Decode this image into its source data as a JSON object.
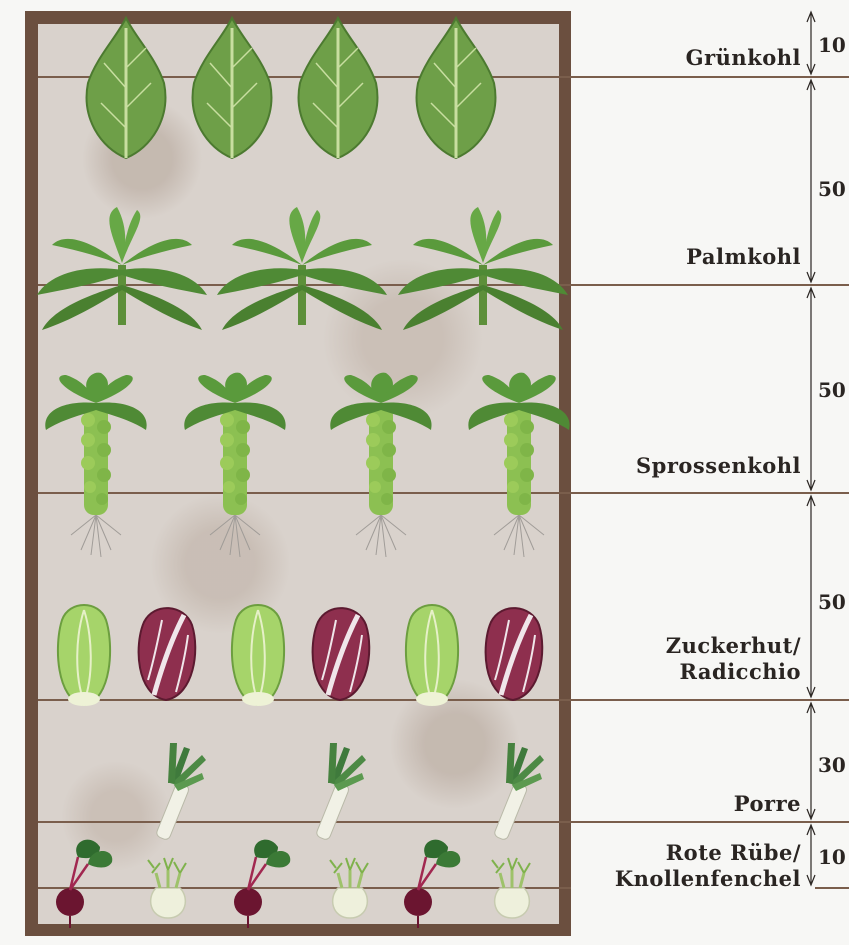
{
  "rows": [
    {
      "id": "gruenkohl",
      "label": "Grünkohl",
      "spacing": "10"
    },
    {
      "id": "palmkohl",
      "label": "Palmkohl",
      "spacing": "50"
    },
    {
      "id": "sprossenkohl",
      "label": "Sprossenkohl",
      "spacing": "50"
    },
    {
      "id": "zuckerhut",
      "label": "Zuckerhut/\nRadicchio",
      "spacing": "50"
    },
    {
      "id": "porre",
      "label": "Porre",
      "spacing": "30"
    },
    {
      "id": "rote-ruebe",
      "label": "Rote Rübe/\nKnollenfenchel",
      "spacing": "10"
    }
  ],
  "colors": {
    "bed_frame": "#6b4f3f",
    "soil": "#d9d2cc",
    "line": "#7a5e4c",
    "leaf_green": "#5f9a3e",
    "radicchio": "#8e2f4e",
    "beet": "#6b1530"
  }
}
